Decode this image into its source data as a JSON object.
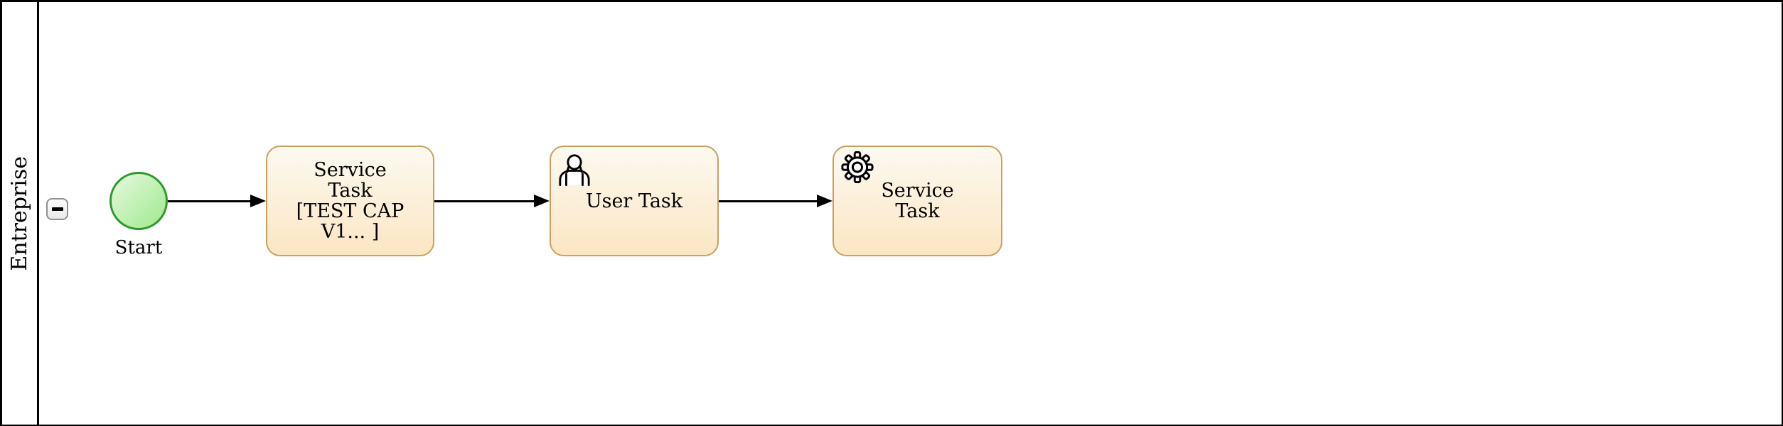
{
  "diagram": {
    "type": "bpmn-process",
    "pool": {
      "label": "Entreprise",
      "collapse_button": {
        "icon": "minus-icon",
        "state": "expanded"
      }
    },
    "start_event": {
      "label": "Start"
    },
    "tasks": [
      {
        "kind": "service",
        "icon": null,
        "lines": [
          "Service",
          "Task",
          "[TEST CAP",
          "V1... ]"
        ]
      },
      {
        "kind": "user",
        "icon": "user-icon",
        "lines": [
          "User Task"
        ]
      },
      {
        "kind": "service",
        "icon": "gear-icon",
        "lines": [
          "Service",
          "Task"
        ]
      }
    ],
    "flows": [
      {
        "from": "start-event",
        "to": "task-1"
      },
      {
        "from": "task-1",
        "to": "task-2"
      },
      {
        "from": "task-2",
        "to": "task-3"
      }
    ]
  },
  "colors": {
    "pool_border": "#000000",
    "text": "#000000",
    "flow": "#000000",
    "task_border": "#c8a060",
    "task_fill_top": "#fdf9f0",
    "task_fill_bottom": "#fbe6c3",
    "start_border": "#2b9a2b",
    "start_fill_top": "#e6f9df",
    "start_fill_bottom": "#9ee98c",
    "button_border": "#919191",
    "button_fill_top": "#fcfcfc",
    "button_fill_bottom": "#e9e9e9"
  }
}
